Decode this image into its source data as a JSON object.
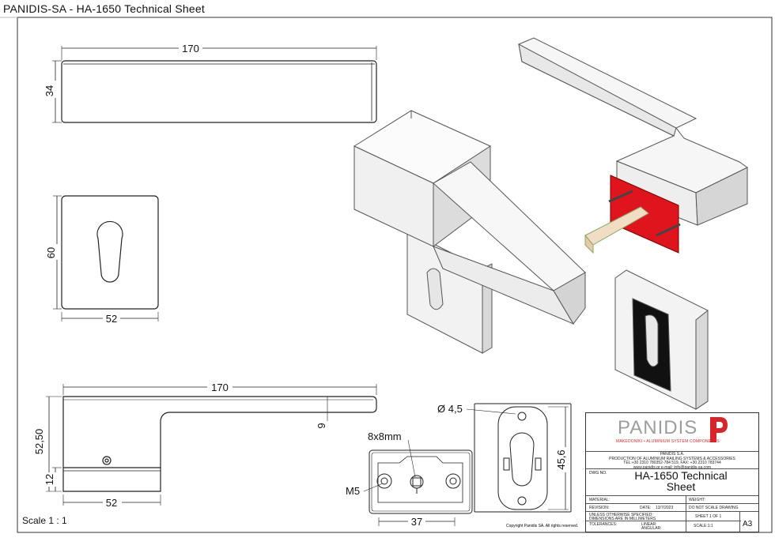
{
  "header": {
    "title": "PANIDIS-SA  - HA-1650  Technical Sheet"
  },
  "dims": {
    "top_length": "170",
    "top_height": "34",
    "rose_height": "60",
    "rose_width": "52",
    "side_length": "170",
    "side_height": "52,50",
    "side_base": "12",
    "side_width": "52",
    "side_tip": "9",
    "square": "8x8mm",
    "screw": "M5",
    "detail_width": "37",
    "hole_dia": "Ø 4,5",
    "cover_height": "45,6"
  },
  "scale_label": "Scale 1 : 1",
  "copyright": "Copyright Panidis SA. All rights reserved.",
  "titleblock": {
    "brand": "PANIDIS",
    "tagline": "MAKEDONIKI • ALUMINIUM SYSTEM COMPONENTS",
    "company_name": "PANIDIS S.A.",
    "company_desc": "PRODUCTION OF ALUMINIUM RAILING SYSTEMS & ACCESSORIES",
    "company_tel": "TEL:+30 2310 780352-784 519, FAX: +30 2310 783744",
    "company_web": "www.panidis.gr   e-mail: info@panidis-sa.com",
    "dwg_no_label": "DWG NO.",
    "dwg_title": "HA-1650  Technical Sheet",
    "material_label": "MATERIAL:",
    "weight_label": "WEIGHT:",
    "revision_label": "REVISION:",
    "date_label": "DATE:",
    "date_value": "13/7/2023",
    "noscale_label": "DO NOT SCALE DRAWING",
    "unless_label": "UNLESS OTHERWISE SPECIFIED:",
    "units_label": "DIMENSIONS ARE IN MILLIMETERS",
    "sheet_label": "SHEET 1 OF 1",
    "tolerances_label": "TOLERANCES:",
    "linear_label": "LINEAR:",
    "angular_label": "ANGULAR:",
    "scale_label": "SCALE:1:1",
    "size": "A3"
  }
}
